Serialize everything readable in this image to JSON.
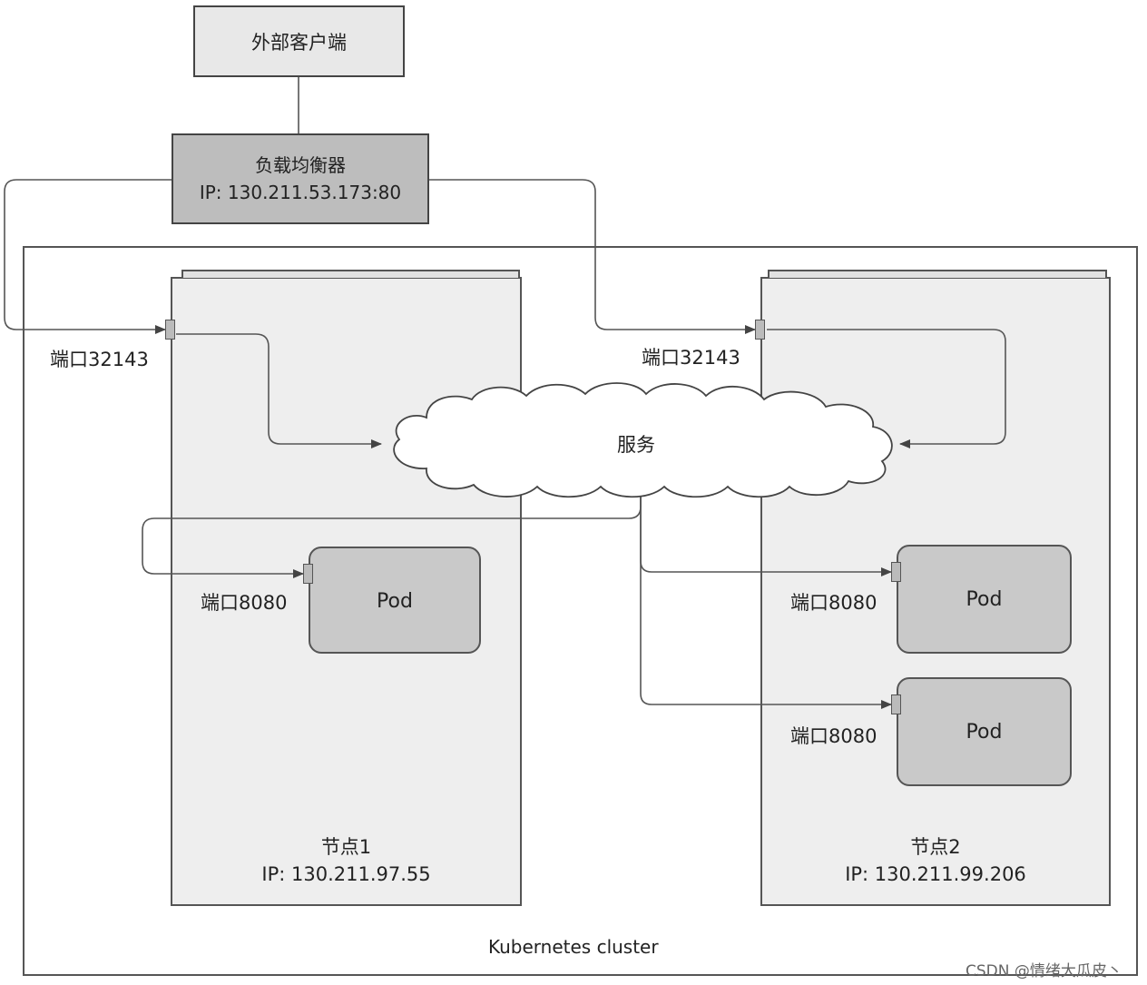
{
  "external_client": {
    "label": "外部客户端"
  },
  "load_balancer": {
    "name": "负载均衡器",
    "ip": "IP: 130.211.53.173:80"
  },
  "service": {
    "label": "服务"
  },
  "cluster": {
    "label": "Kubernetes cluster"
  },
  "nodes": [
    {
      "name": "节点1",
      "ip": "IP: 130.211.97.55",
      "node_port_label": "端口32143"
    },
    {
      "name": "节点2",
      "ip": "IP: 130.211.99.206",
      "node_port_label": "端口32143"
    }
  ],
  "pods": [
    {
      "label": "Pod",
      "port_label": "端口8080"
    },
    {
      "label": "Pod",
      "port_label": "端口8080"
    },
    {
      "label": "Pod",
      "port_label": "端口8080"
    }
  ],
  "watermark": "CSDN @情绪大瓜皮丶"
}
